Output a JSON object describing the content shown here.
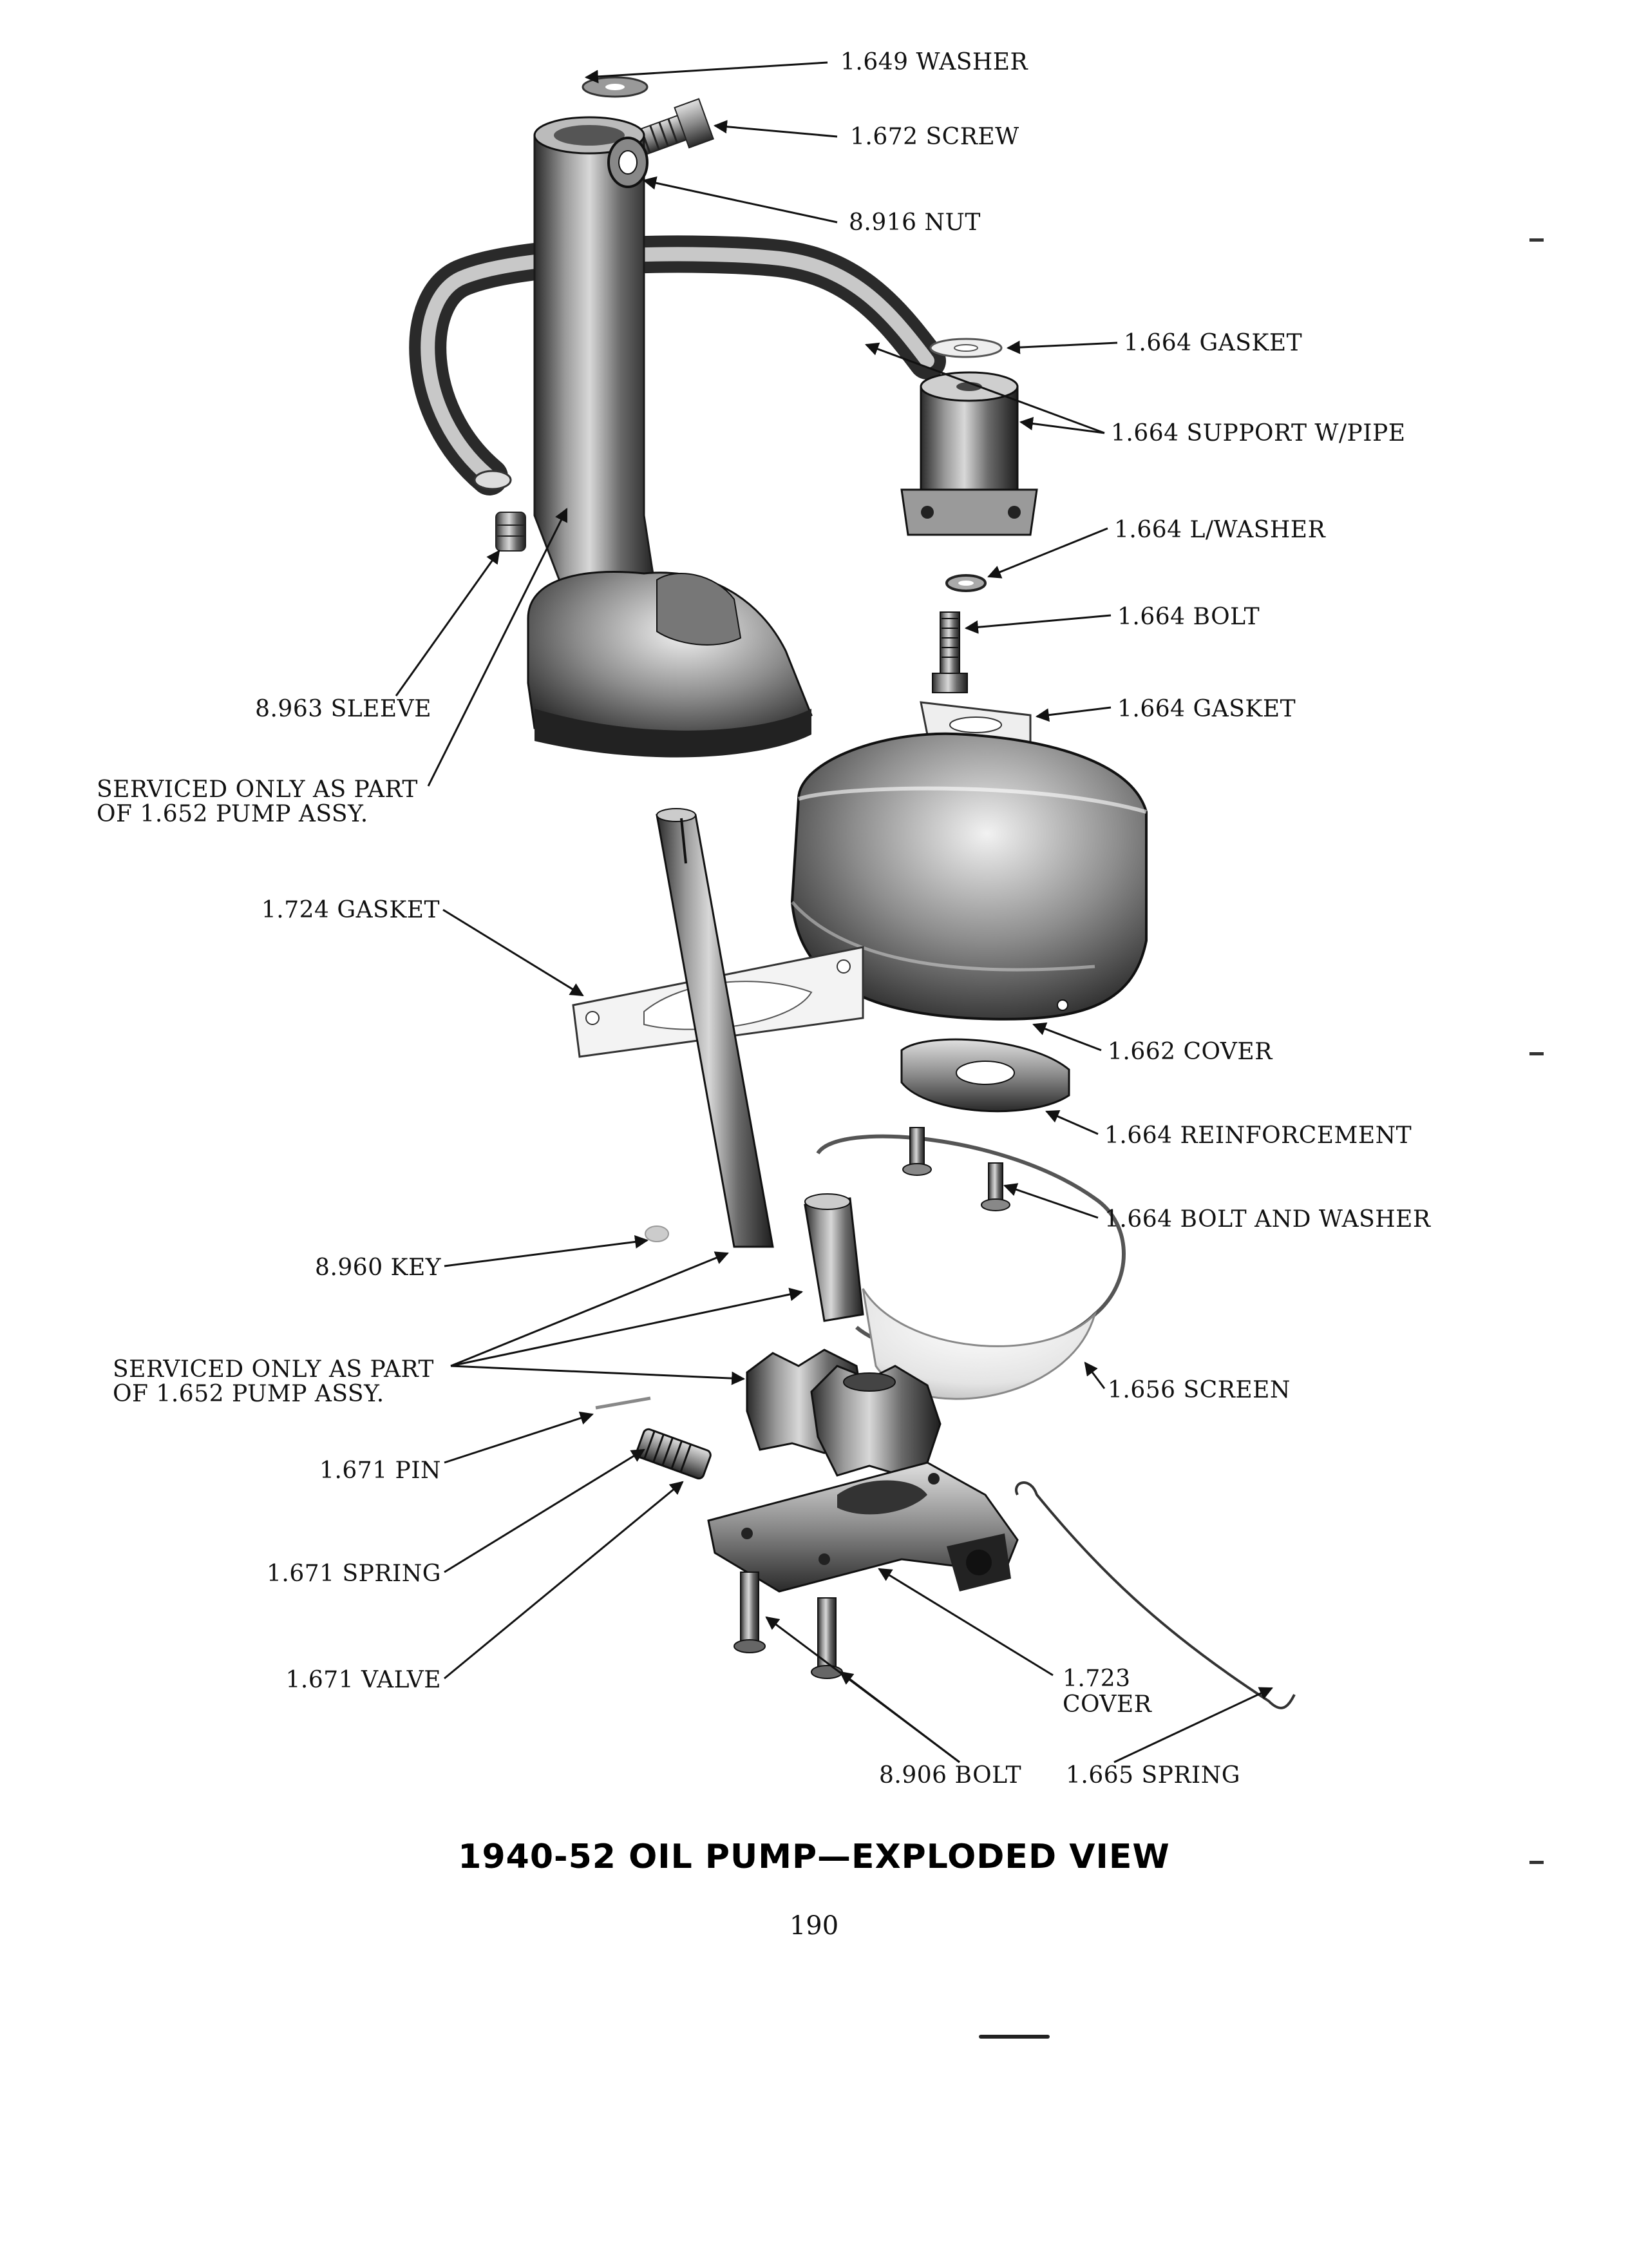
{
  "labels": {
    "washer_1649": "1.649 WASHER",
    "screw_1672": "1.672 SCREW",
    "nut_8916": "8.916 NUT",
    "gasket_1664_top": "1.664 GASKET",
    "support_1664": "1.664 SUPPORT W/PIPE",
    "lwasher_1664": "1.664 L/WASHER",
    "bolt_1664": "1.664 BOLT",
    "gasket_1664_mid": "1.664 GASKET",
    "sleeve_8963": "8.963 SLEEVE",
    "serviced_1_line1": "SERVICED ONLY AS PART",
    "serviced_1_line2": "OF 1.652 PUMP ASSY.",
    "gasket_1724": "1.724 GASKET",
    "cover_1662": "1.662 COVER",
    "reinforcement_1664": "1.664 REINFORCEMENT",
    "boltwasher_1664": "1.664 BOLT AND WASHER",
    "key_8960": "8.960 KEY",
    "serviced_2_line1": "SERVICED ONLY AS PART",
    "serviced_2_line2": "OF 1.652 PUMP ASSY.",
    "screen_1656": "1.656 SCREEN",
    "pin_1671": "1.671 PIN",
    "spring_1671": "1.671 SPRING",
    "valve_1671": "1.671 VALVE",
    "cover_1723_line1": "1.723",
    "cover_1723_line2": "COVER",
    "bolt_8906": "8.906 BOLT",
    "spring_1665": "1.665 SPRING"
  },
  "caption": "1940-52 OIL PUMP—EXPLODED VIEW",
  "page_number": "190"
}
